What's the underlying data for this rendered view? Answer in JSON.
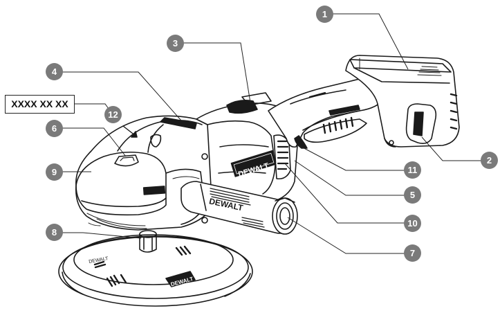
{
  "callouts": [
    "1",
    "2",
    "3",
    "4",
    "5",
    "6",
    "7",
    "8",
    "9",
    "10",
    "11",
    "12"
  ],
  "code_label": "XXXX XX XX",
  "brand_text": "DEWALT",
  "colors": {
    "callout_fill": "#7a7a7a",
    "line": "#1a1a1a",
    "leader": "#222222"
  }
}
